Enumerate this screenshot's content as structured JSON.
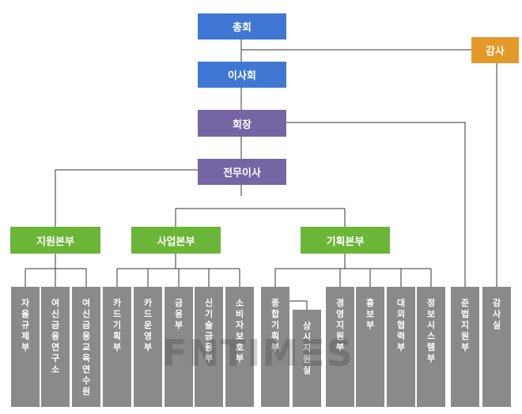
{
  "org": {
    "general_meeting": "총회",
    "auditor": "감사",
    "board": "이사회",
    "chairman": "회장",
    "managing_director": "전무이사",
    "divisions": [
      "지원본부",
      "사업본부",
      "기획본부"
    ]
  },
  "departments": [
    {
      "id": "d1",
      "label": "자율규제부"
    },
    {
      "id": "d2",
      "label": "여신금융연구소"
    },
    {
      "id": "d3",
      "label": "여신금융교육연수원"
    },
    {
      "id": "d4",
      "label": "카드기획부"
    },
    {
      "id": "d5",
      "label": "카드운영부"
    },
    {
      "id": "d6",
      "label": "금융부"
    },
    {
      "id": "d7",
      "label": "신기술금융부"
    },
    {
      "id": "d8",
      "label": "소비자보호부"
    },
    {
      "id": "d9",
      "label": "종합기획부"
    },
    {
      "id": "d10",
      "label": "상시지원실"
    },
    {
      "id": "d11",
      "label": "경영지원부"
    },
    {
      "id": "d12",
      "label": "홍보부"
    },
    {
      "id": "d13",
      "label": "대외협력부"
    },
    {
      "id": "d14",
      "label": "정보시스템부"
    },
    {
      "id": "d15",
      "label": "준법지원부"
    },
    {
      "id": "d16",
      "label": "감사실"
    }
  ],
  "watermark": "FNTIMES",
  "colors": {
    "blue": "#3f77d3",
    "orange": "#e39a28",
    "purple": "#7565a5",
    "green": "#6bb637",
    "gray": "#8a8a8a",
    "line": "#333333"
  }
}
